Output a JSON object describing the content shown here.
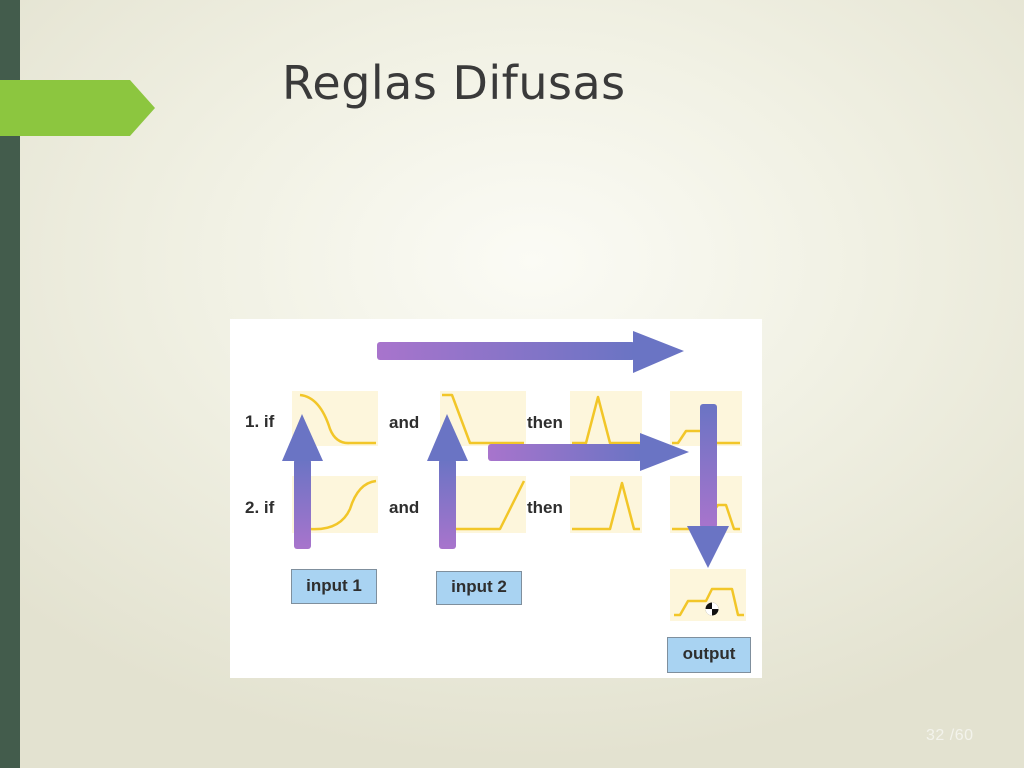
{
  "slide": {
    "title": "Reglas Difusas",
    "page_number": "32 /60"
  },
  "diagram": {
    "rules": [
      {
        "prefix": "1. if",
        "connector": "and",
        "consequent": "then"
      },
      {
        "prefix": "2. if",
        "connector": "and",
        "consequent": "then"
      }
    ],
    "inputs": [
      "input 1",
      "input 2"
    ],
    "output": "output"
  },
  "colors": {
    "accent_green": "#8cc63f",
    "sidebar": "#435c4c",
    "membership_panel": "#fdf6dc",
    "membership_curve": "#f2c628",
    "arrow": "#7a6fc4",
    "label_box": "#a9d3f2"
  }
}
